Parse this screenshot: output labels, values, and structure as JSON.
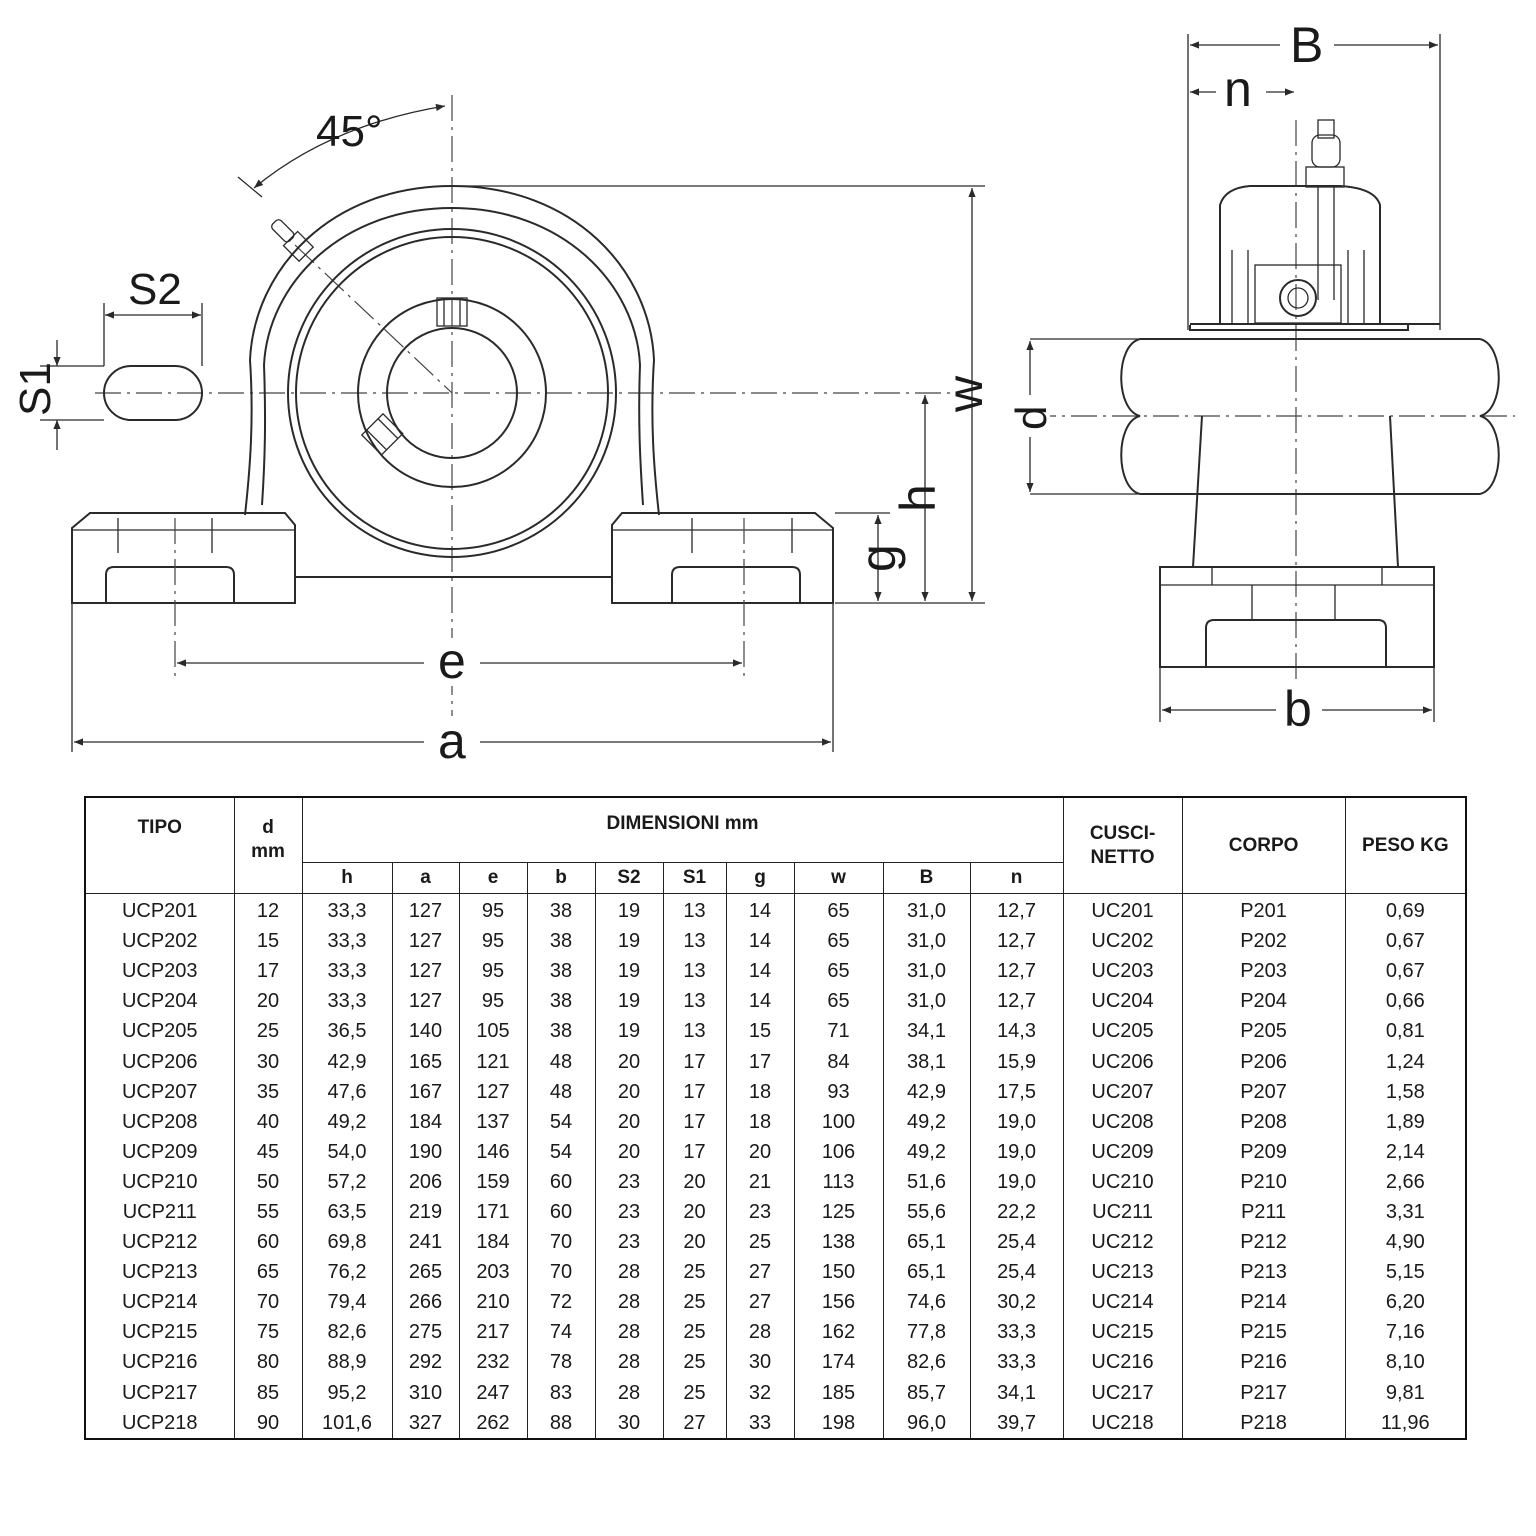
{
  "drawing": {
    "labels": {
      "angle": "45°",
      "s2": "S2",
      "s1": "S1",
      "w": "w",
      "h": "h",
      "g": "g",
      "e": "e",
      "a": "a",
      "big_b": "B",
      "n": "n",
      "d": "d",
      "small_b": "b"
    }
  },
  "table": {
    "headers": {
      "tipo": "TIPO",
      "d": "d",
      "d_unit": "mm",
      "dimensioni": "DIMENSIONI mm",
      "cuscinetto_1": "CUSCI-",
      "cuscinetto_2": "NETTO",
      "corpo": "CORPO",
      "peso": "PESO KG",
      "sub": [
        "h",
        "a",
        "e",
        "b",
        "S2",
        "S1",
        "g",
        "w",
        "B",
        "n"
      ]
    },
    "rows": [
      [
        "UCP201",
        "12",
        "33,3",
        "127",
        "95",
        "38",
        "19",
        "13",
        "14",
        "65",
        "31,0",
        "12,7",
        "UC201",
        "P201",
        "0,69"
      ],
      [
        "UCP202",
        "15",
        "33,3",
        "127",
        "95",
        "38",
        "19",
        "13",
        "14",
        "65",
        "31,0",
        "12,7",
        "UC202",
        "P202",
        "0,67"
      ],
      [
        "UCP203",
        "17",
        "33,3",
        "127",
        "95",
        "38",
        "19",
        "13",
        "14",
        "65",
        "31,0",
        "12,7",
        "UC203",
        "P203",
        "0,67"
      ],
      [
        "UCP204",
        "20",
        "33,3",
        "127",
        "95",
        "38",
        "19",
        "13",
        "14",
        "65",
        "31,0",
        "12,7",
        "UC204",
        "P204",
        "0,66"
      ],
      [
        "UCP205",
        "25",
        "36,5",
        "140",
        "105",
        "38",
        "19",
        "13",
        "15",
        "71",
        "34,1",
        "14,3",
        "UC205",
        "P205",
        "0,81"
      ],
      [
        "UCP206",
        "30",
        "42,9",
        "165",
        "121",
        "48",
        "20",
        "17",
        "17",
        "84",
        "38,1",
        "15,9",
        "UC206",
        "P206",
        "1,24"
      ],
      [
        "UCP207",
        "35",
        "47,6",
        "167",
        "127",
        "48",
        "20",
        "17",
        "18",
        "93",
        "42,9",
        "17,5",
        "UC207",
        "P207",
        "1,58"
      ],
      [
        "UCP208",
        "40",
        "49,2",
        "184",
        "137",
        "54",
        "20",
        "17",
        "18",
        "100",
        "49,2",
        "19,0",
        "UC208",
        "P208",
        "1,89"
      ],
      [
        "UCP209",
        "45",
        "54,0",
        "190",
        "146",
        "54",
        "20",
        "17",
        "20",
        "106",
        "49,2",
        "19,0",
        "UC209",
        "P209",
        "2,14"
      ],
      [
        "UCP210",
        "50",
        "57,2",
        "206",
        "159",
        "60",
        "23",
        "20",
        "21",
        "113",
        "51,6",
        "19,0",
        "UC210",
        "P210",
        "2,66"
      ],
      [
        "UCP211",
        "55",
        "63,5",
        "219",
        "171",
        "60",
        "23",
        "20",
        "23",
        "125",
        "55,6",
        "22,2",
        "UC211",
        "P211",
        "3,31"
      ],
      [
        "UCP212",
        "60",
        "69,8",
        "241",
        "184",
        "70",
        "23",
        "20",
        "25",
        "138",
        "65,1",
        "25,4",
        "UC212",
        "P212",
        "4,90"
      ],
      [
        "UCP213",
        "65",
        "76,2",
        "265",
        "203",
        "70",
        "28",
        "25",
        "27",
        "150",
        "65,1",
        "25,4",
        "UC213",
        "P213",
        "5,15"
      ],
      [
        "UCP214",
        "70",
        "79,4",
        "266",
        "210",
        "72",
        "28",
        "25",
        "27",
        "156",
        "74,6",
        "30,2",
        "UC214",
        "P214",
        "6,20"
      ],
      [
        "UCP215",
        "75",
        "82,6",
        "275",
        "217",
        "74",
        "28",
        "25",
        "28",
        "162",
        "77,8",
        "33,3",
        "UC215",
        "P215",
        "7,16"
      ],
      [
        "UCP216",
        "80",
        "88,9",
        "292",
        "232",
        "78",
        "28",
        "25",
        "30",
        "174",
        "82,6",
        "33,3",
        "UC216",
        "P216",
        "8,10"
      ],
      [
        "UCP217",
        "85",
        "95,2",
        "310",
        "247",
        "83",
        "28",
        "25",
        "32",
        "185",
        "85,7",
        "34,1",
        "UC217",
        "P217",
        "9,81"
      ],
      [
        "UCP218",
        "90",
        "101,6",
        "327",
        "262",
        "88",
        "30",
        "27",
        "33",
        "198",
        "96,0",
        "39,7",
        "UC218",
        "P218",
        "11,96"
      ]
    ]
  }
}
